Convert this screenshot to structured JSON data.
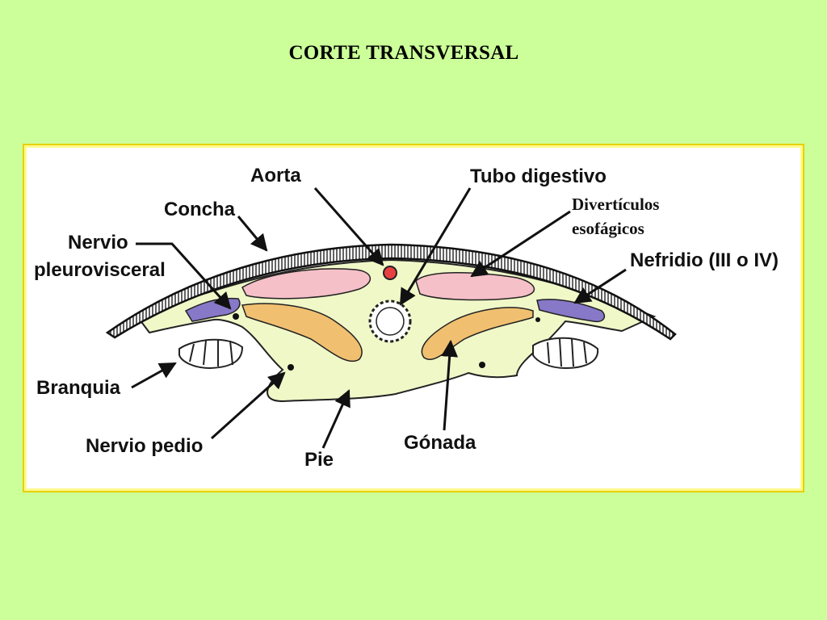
{
  "title": "CORTE TRANSVERSAL",
  "labels": {
    "aorta": "Aorta",
    "tubo_digestivo": "Tubo digestivo",
    "concha": "Concha",
    "diverticulos_1": "Divertículos",
    "diverticulos_2": "esofágicos",
    "nervio_pleuro_1": "Nervio",
    "nervio_pleuro_2": "pleurovisceral",
    "nefridio": "Nefridio (III o IV)",
    "branquia": "Branquia",
    "nervio_pedio": "Nervio pedio",
    "pie": "Pie",
    "gonada": "Gónada"
  },
  "colors": {
    "background": "#ccff99",
    "panel_border": "#e8d000",
    "body": "#f0f8c8",
    "gonad": "#f0c070",
    "diverticula": "#f5c0c8",
    "nephridium": "#8878c8",
    "aorta": "#e84040"
  }
}
